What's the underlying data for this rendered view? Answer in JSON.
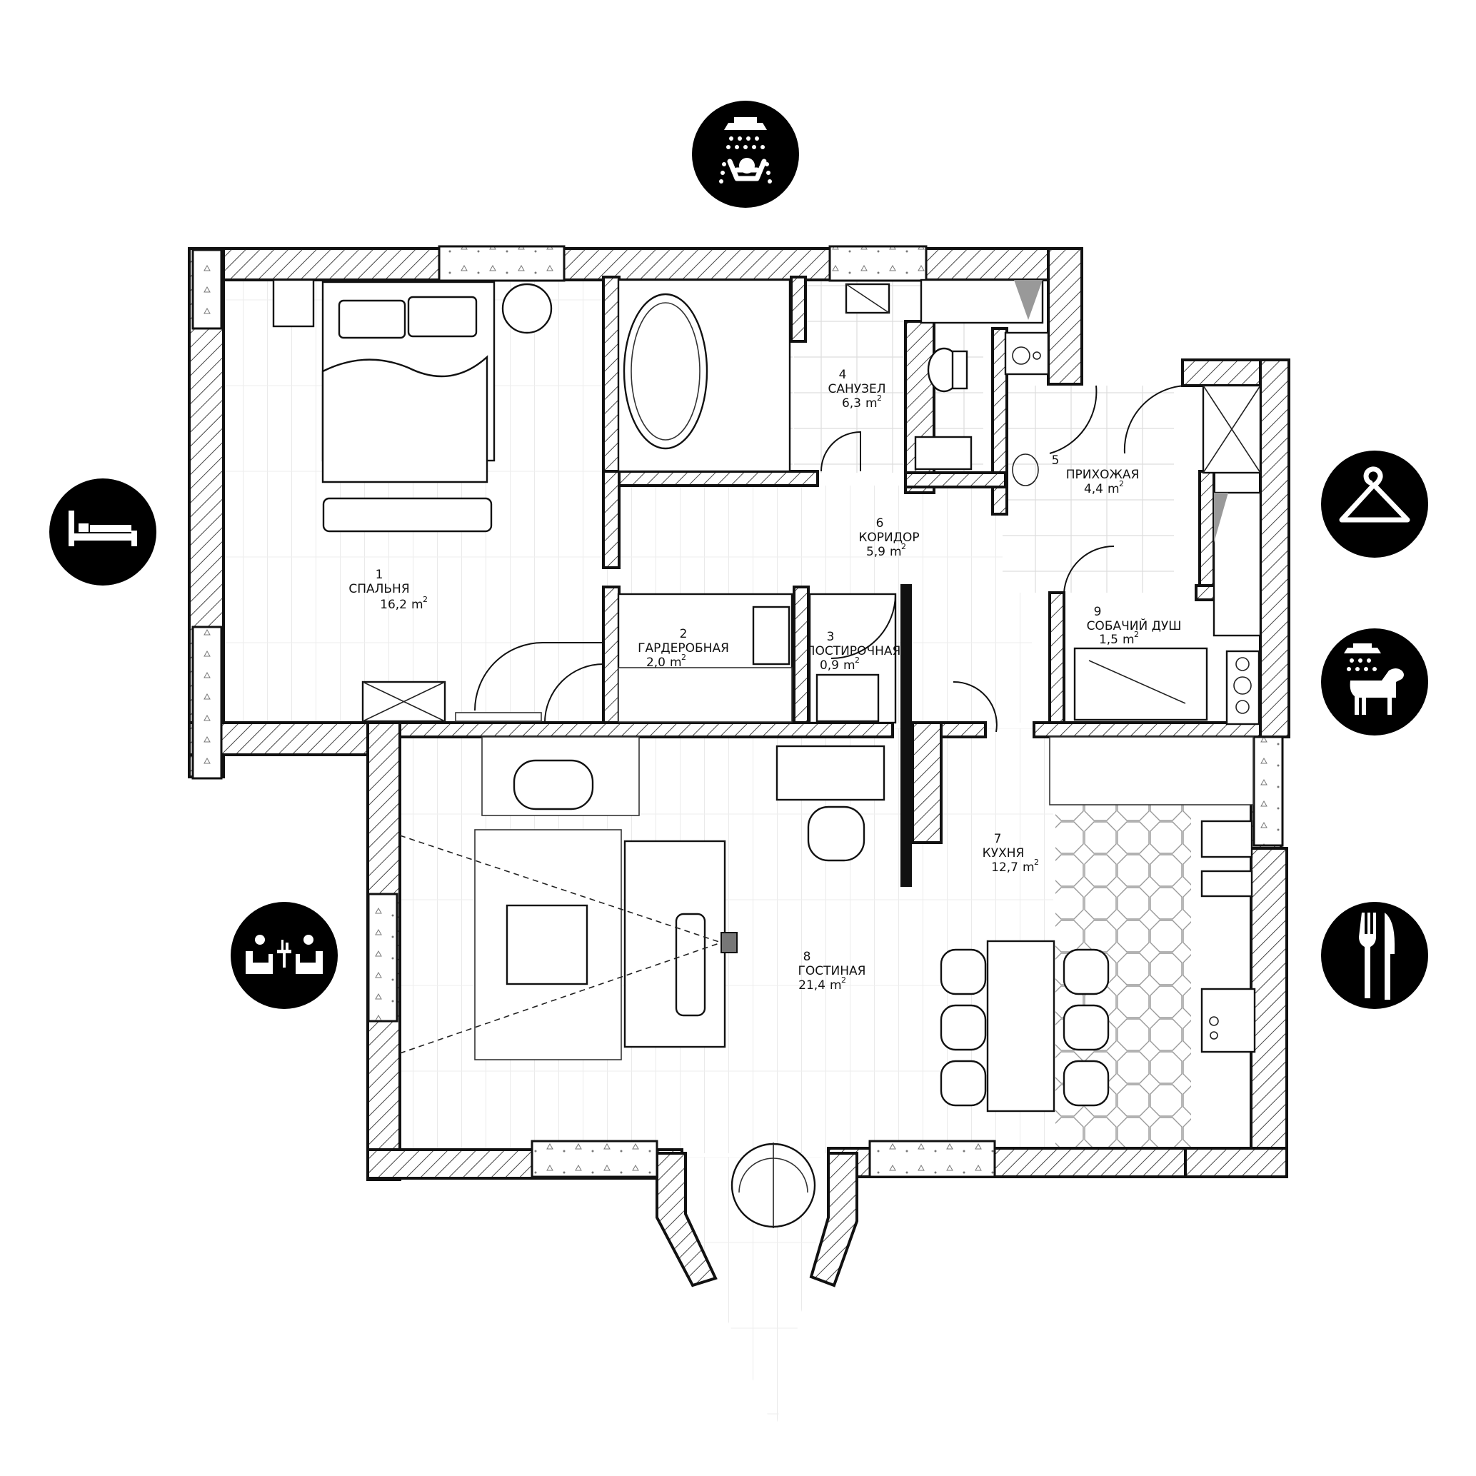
{
  "rooms": [
    {
      "id": "r1",
      "number": "1",
      "name": "СПАЛЬНЯ",
      "area": "16,2",
      "unit": "m"
    },
    {
      "id": "r2",
      "number": "2",
      "name": "ГАРДЕРОБНАЯ",
      "area": "2,0",
      "unit": "m"
    },
    {
      "id": "r3",
      "number": "3",
      "name": "ПОСТИРОЧНАЯ",
      "area": "0,9",
      "unit": "m"
    },
    {
      "id": "r4",
      "number": "4",
      "name": "САНУЗЕЛ",
      "area": "6,3",
      "unit": "m"
    },
    {
      "id": "r5",
      "number": "5",
      "name": "ПРИХОЖАЯ",
      "area": "4,4",
      "unit": "m"
    },
    {
      "id": "r6",
      "number": "6",
      "name": "КОРИДОР",
      "area": "5,9",
      "unit": "m"
    },
    {
      "id": "r7",
      "number": "7",
      "name": "КУХНЯ",
      "area": "12,7",
      "unit": "m"
    },
    {
      "id": "r8",
      "number": "8",
      "name": "ГОСТИНАЯ",
      "area": "21,4",
      "unit": "m"
    },
    {
      "id": "r9",
      "number": "9",
      "name": "СОБАЧИЙ ДУШ",
      "area": "1,5",
      "unit": "m"
    }
  ],
  "area_superscript": "2",
  "icons": [
    {
      "id": "bath",
      "name": "bath-shower-icon"
    },
    {
      "id": "bed",
      "name": "bed-icon"
    },
    {
      "id": "hanger",
      "name": "hanger-icon"
    },
    {
      "id": "dog",
      "name": "dog-shower-icon"
    },
    {
      "id": "living",
      "name": "living-room-icon"
    },
    {
      "id": "dining",
      "name": "fork-knife-icon"
    }
  ],
  "colors": {
    "ink": "#111111",
    "background": "#ffffff",
    "badge": "#000000"
  }
}
